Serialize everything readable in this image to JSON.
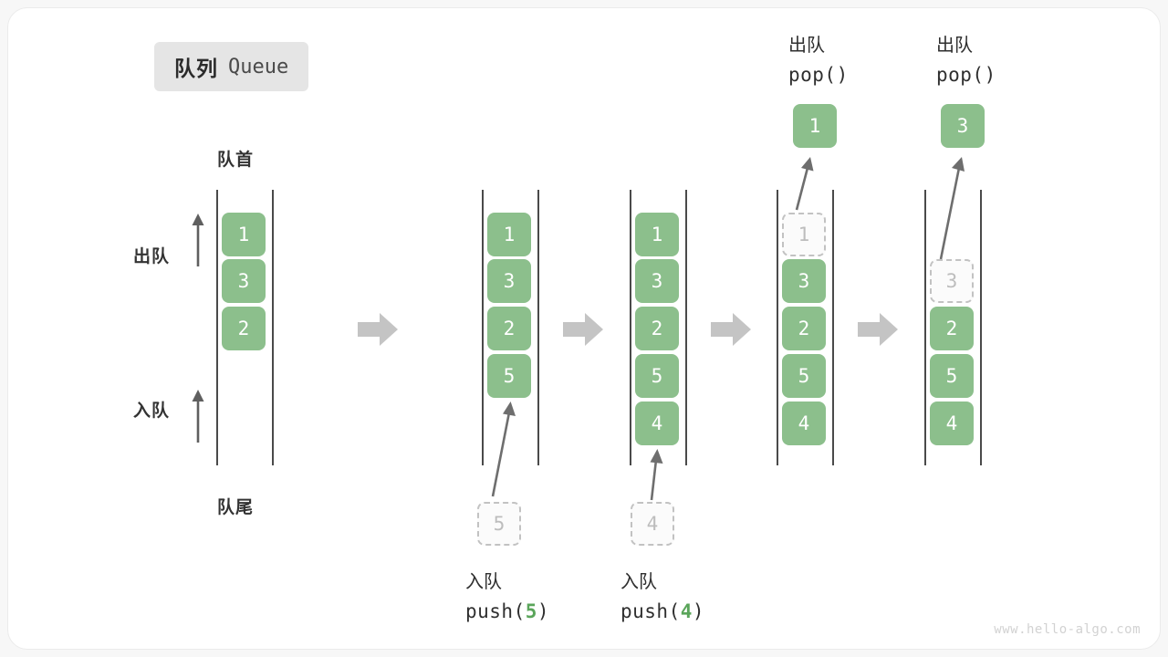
{
  "title": {
    "cn": "队列",
    "en": "Queue"
  },
  "labels": {
    "head": "队首",
    "tail": "队尾",
    "dequeue": "出队",
    "enqueue": "入队"
  },
  "colors": {
    "element": "#8cbf8c",
    "ghost_border": "#c2c2c2",
    "ghost_text": "#bdbdbd",
    "rail": "#4a4a4a",
    "step_arrow": "#c4c4c4",
    "badge_bg": "#e5e5e5",
    "code_accent": "#5aa55a"
  },
  "watermark": "www.hello-algo.com",
  "steps": [
    {
      "id": "initial",
      "name": "initial-queue",
      "slots": [
        {
          "value": "1",
          "state": "solid"
        },
        {
          "value": "3",
          "state": "solid"
        },
        {
          "value": "2",
          "state": "solid"
        }
      ],
      "annotations": {
        "head": "队首",
        "tail": "队尾",
        "dequeue": "出队",
        "enqueue": "入队"
      }
    },
    {
      "id": "push5",
      "name": "push-5",
      "slots": [
        {
          "value": "1",
          "state": "solid"
        },
        {
          "value": "3",
          "state": "solid"
        },
        {
          "value": "2",
          "state": "solid"
        },
        {
          "value": "5",
          "state": "solid"
        }
      ],
      "incoming": {
        "value": "5",
        "state": "ghost"
      },
      "caption_cn": "入队",
      "caption_code_prefix": "push(",
      "caption_code_value": "5",
      "caption_code_suffix": ")"
    },
    {
      "id": "push4",
      "name": "push-4",
      "slots": [
        {
          "value": "1",
          "state": "solid"
        },
        {
          "value": "3",
          "state": "solid"
        },
        {
          "value": "2",
          "state": "solid"
        },
        {
          "value": "5",
          "state": "solid"
        },
        {
          "value": "4",
          "state": "solid"
        }
      ],
      "incoming": {
        "value": "4",
        "state": "ghost"
      },
      "caption_cn": "入队",
      "caption_code_prefix": "push(",
      "caption_code_value": "4",
      "caption_code_suffix": ")"
    },
    {
      "id": "pop1",
      "name": "pop-1",
      "slots": [
        {
          "value": "1",
          "state": "ghost"
        },
        {
          "value": "3",
          "state": "solid"
        },
        {
          "value": "2",
          "state": "solid"
        },
        {
          "value": "5",
          "state": "solid"
        },
        {
          "value": "4",
          "state": "solid"
        }
      ],
      "outgoing": {
        "value": "1",
        "state": "solid"
      },
      "caption_cn": "出队",
      "caption_code": "pop()"
    },
    {
      "id": "pop3",
      "name": "pop-3",
      "slots": [
        {
          "value": "",
          "state": "empty"
        },
        {
          "value": "3",
          "state": "ghost"
        },
        {
          "value": "2",
          "state": "solid"
        },
        {
          "value": "5",
          "state": "solid"
        },
        {
          "value": "4",
          "state": "solid"
        }
      ],
      "outgoing": {
        "value": "3",
        "state": "solid"
      },
      "caption_cn": "出队",
      "caption_code": "pop()"
    }
  ]
}
